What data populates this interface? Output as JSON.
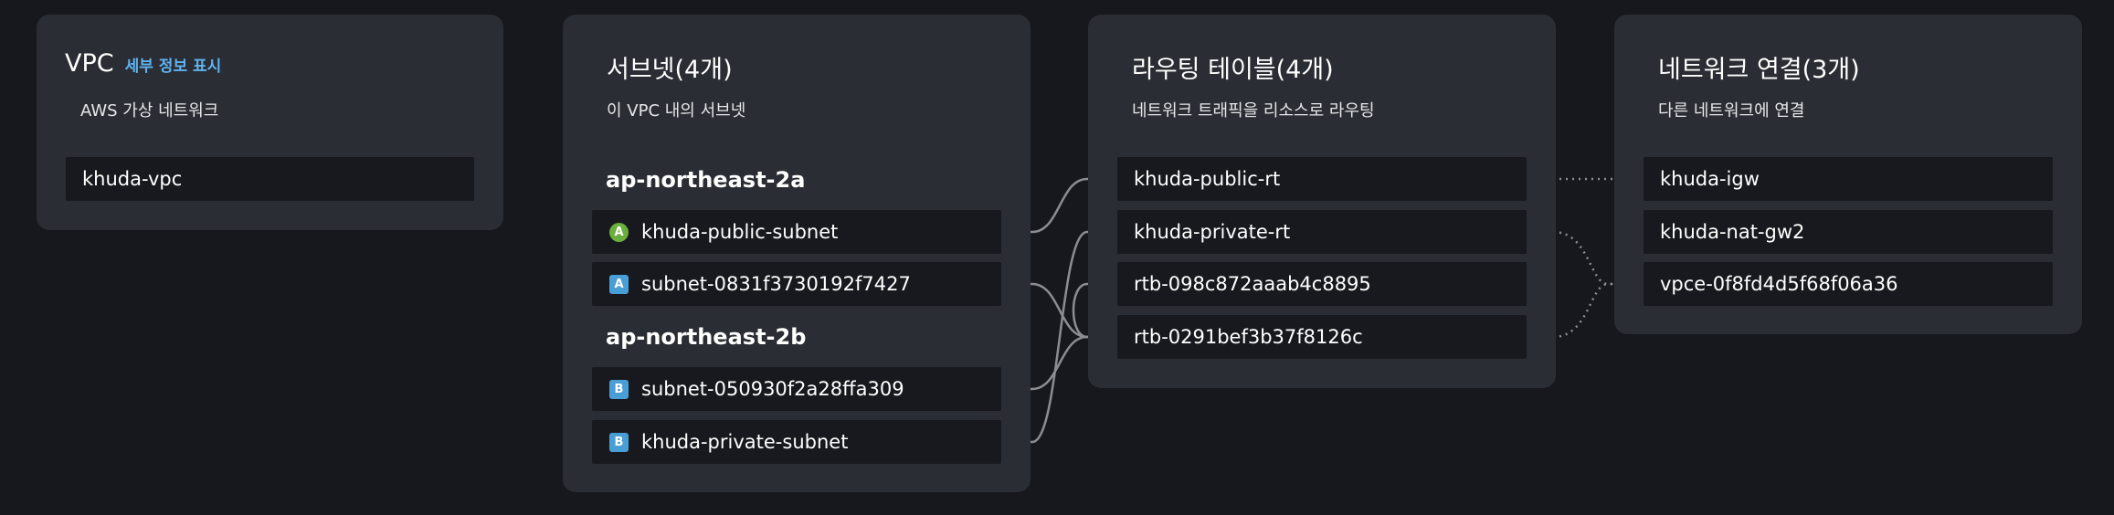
{
  "vpc": {
    "title": "VPC",
    "details_link": "세부 정보 표시",
    "subtitle": "AWS 가상 네트워크",
    "name": "khuda-vpc"
  },
  "subnets": {
    "title": "서브넷(4개)",
    "subtitle": "이 VPC 내의 서브넷",
    "zones": [
      {
        "name": "ap-northeast-2a",
        "items": [
          {
            "badge": "A",
            "label": "khuda-public-subnet"
          },
          {
            "badge": "A",
            "label": "subnet-0831f3730192f7427"
          }
        ]
      },
      {
        "name": "ap-northeast-2b",
        "items": [
          {
            "badge": "B",
            "label": "subnet-050930f2a28ffa309"
          },
          {
            "badge": "B",
            "label": "khuda-private-subnet"
          }
        ]
      }
    ]
  },
  "route_tables": {
    "title": "라우팅 테이블(4개)",
    "subtitle": "네트워크 트래픽을 리소스로 라우팅",
    "items": [
      "khuda-public-rt",
      "khuda-private-rt",
      "rtb-098c872aaab4c8895",
      "rtb-0291bef3b37f8126c"
    ]
  },
  "network_connections": {
    "title": "네트워크 연결(3개)",
    "subtitle": "다른 네트워크에 연결",
    "items": [
      "khuda-igw",
      "khuda-nat-gw2",
      "vpce-0f8fd4d5f68f06a36"
    ]
  },
  "colors": {
    "background": "#16181d",
    "card": "#2a2d33",
    "item": "#17191e",
    "link": "#5fb3f0",
    "badge_public": "#6aaf3d",
    "badge_private": "#4a9ed6",
    "connector": "#8a8d92"
  }
}
